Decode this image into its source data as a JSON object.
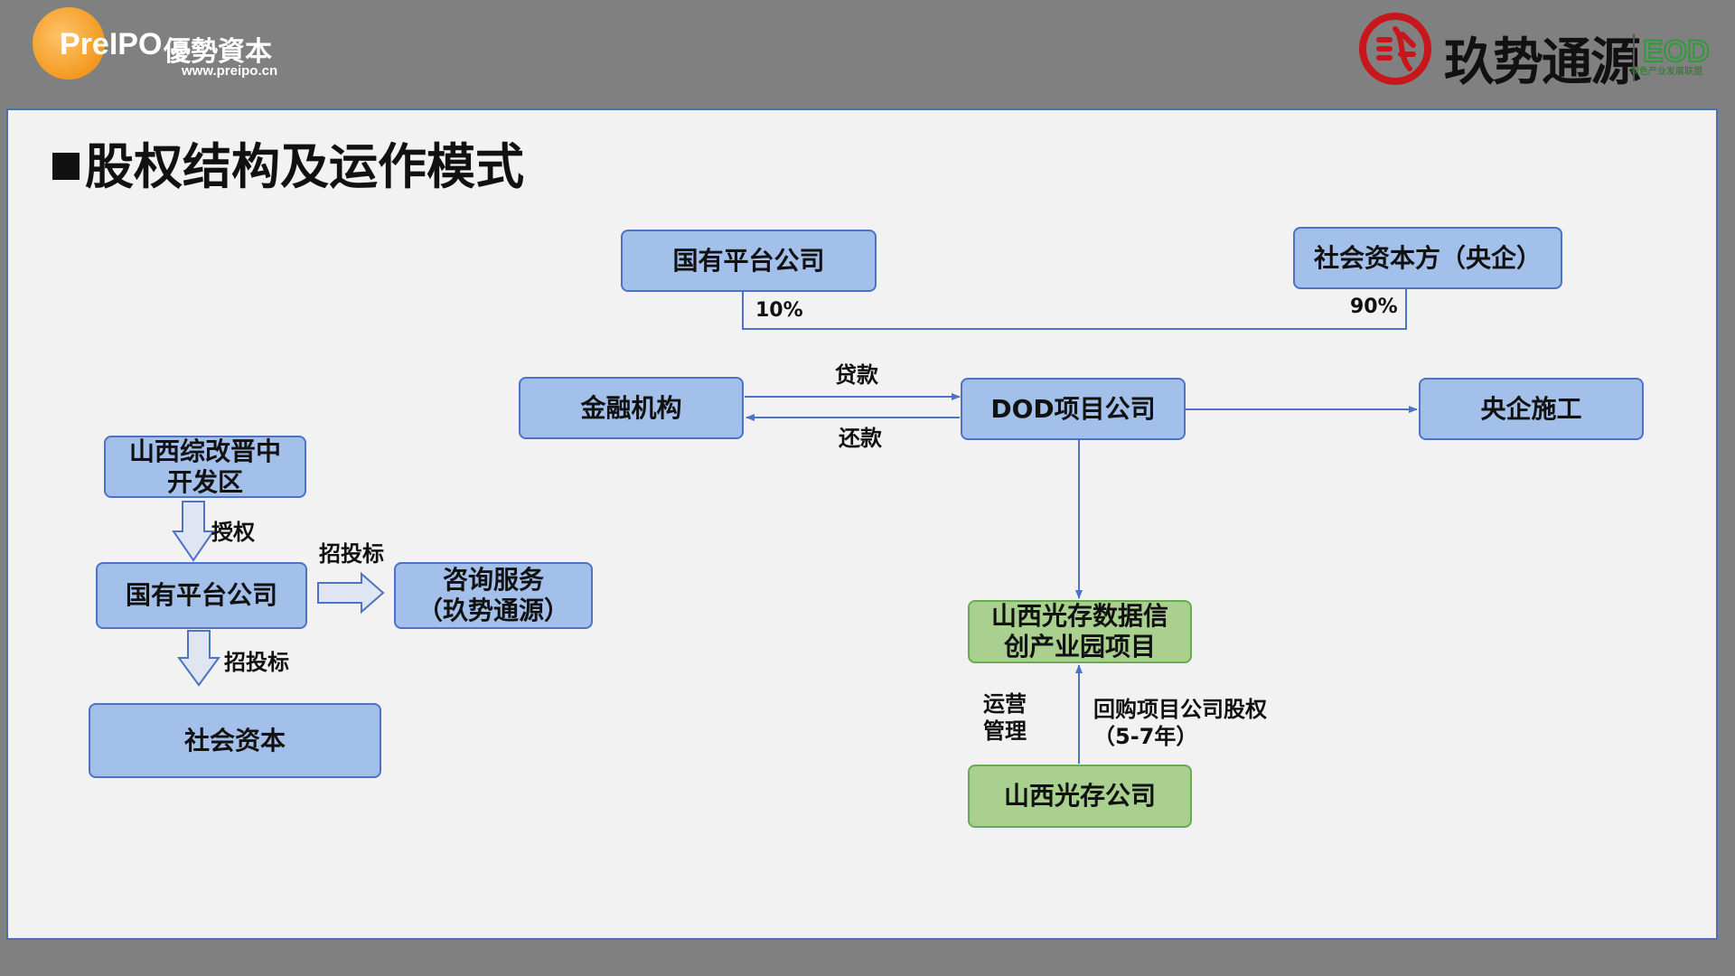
{
  "header": {
    "left_logo": {
      "pre": "Pre",
      "ipo": "IPO",
      "cn": "優勢資本",
      "url": "www.preipo.cn"
    },
    "right_logo": {
      "name": "玖势通源",
      "mark": "EOD",
      "caption": "绿色产业发展联盟"
    }
  },
  "page": {
    "title": "股权结构及运作模式"
  },
  "diagram": {
    "nodes": {
      "state_platform_top": "国有平台公司",
      "social_capital_central": "社会资本方（央企）",
      "finance": "金融机构",
      "dod_company": "DOD项目公司",
      "central_construction": "央企施工",
      "shanxi_zone": [
        "山西综改晋中",
        "开发区"
      ],
      "state_platform_left": "国有平台公司",
      "consulting": [
        "咨询服务",
        "（玖势通源）"
      ],
      "social_capital": "社会资本",
      "park_project": [
        "山西光存数据信",
        "创产业园项目"
      ],
      "shanxi_company": "山西光存公司"
    },
    "labels": {
      "pct_10": "10%",
      "pct_90": "90%",
      "loan": "贷款",
      "repay": "还款",
      "authorize": "授权",
      "bidding_1": "招投标",
      "bidding_2": "招投标",
      "operate": [
        "运营",
        "管理"
      ],
      "buyback": [
        "回购项目公司股权",
        "（5-7年）"
      ]
    }
  },
  "colors": {
    "blue_fill": "#a3c0ea",
    "blue_border": "#4d72c6",
    "green_fill": "#a9d08e",
    "green_border": "#6aaa52",
    "line": "#4d72c6",
    "background": "#808080",
    "slide": "#f2f2f2"
  }
}
